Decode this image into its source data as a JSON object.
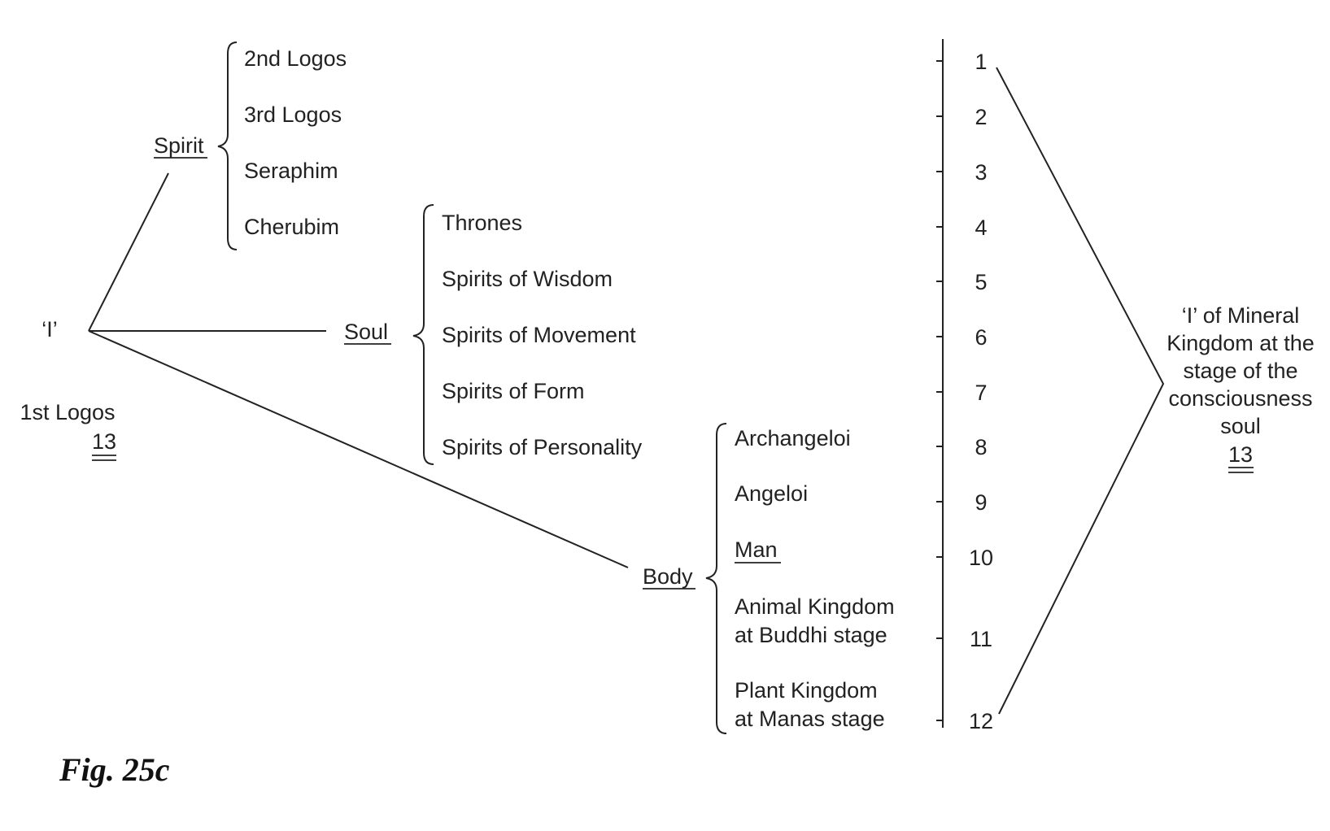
{
  "root": {
    "label": "‘I’",
    "caption": "1st Logos",
    "count": "13"
  },
  "groups": [
    {
      "key": "spirit",
      "label": "Spirit",
      "items": [
        {
          "lines": [
            "2nd Logos"
          ],
          "number": "1"
        },
        {
          "lines": [
            "3rd Logos"
          ],
          "number": "2"
        },
        {
          "lines": [
            "Seraphim"
          ],
          "number": "3"
        },
        {
          "lines": [
            "Cherubim"
          ],
          "number": "4"
        }
      ]
    },
    {
      "key": "soul",
      "label": "Soul",
      "items": [
        {
          "lines": [
            "Thrones"
          ],
          "number": "4"
        },
        {
          "lines": [
            "Spirits of Wisdom"
          ],
          "number": "5"
        },
        {
          "lines": [
            "Spirits of Movement"
          ],
          "number": "6"
        },
        {
          "lines": [
            "Spirits of Form"
          ],
          "number": "7"
        },
        {
          "lines": [
            "Spirits of Personality"
          ],
          "number": "8"
        }
      ]
    },
    {
      "key": "body",
      "label": "Body",
      "items": [
        {
          "lines": [
            "Archangeloi"
          ],
          "number": "8"
        },
        {
          "lines": [
            "Angeloi"
          ],
          "number": "9"
        },
        {
          "lines": [
            "Man"
          ],
          "number": "10",
          "underline": true
        },
        {
          "lines": [
            "Animal Kingdom",
            "at Buddhi stage"
          ],
          "number": "11"
        },
        {
          "lines": [
            "Plant Kingdom",
            "at Manas stage"
          ],
          "number": "12"
        }
      ]
    }
  ],
  "scale": {
    "numbers": [
      "1",
      "2",
      "3",
      "4",
      "5",
      "6",
      "7",
      "8",
      "9",
      "10",
      "11",
      "12"
    ]
  },
  "mineral": {
    "lines": [
      "‘I’ of Mineral",
      "Kingdom at the",
      "stage of the",
      "consciousness",
      "soul"
    ],
    "count": "13"
  },
  "figure_caption": "Fig. 25c"
}
